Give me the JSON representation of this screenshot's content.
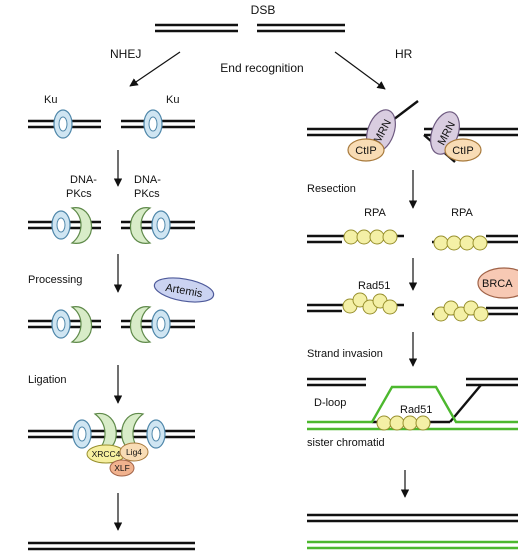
{
  "labels": {
    "dsb": "DSB",
    "nhej": "NHEJ",
    "end_recognition": "End recognition",
    "hr": "HR",
    "ku_left": "Ku",
    "ku_right": "Ku",
    "dnapkcs_left_1": "DNA-",
    "dnapkcs_left_2": "PKcs",
    "dnapkcs_right_1": "DNA-",
    "dnapkcs_right_2": "PKcs",
    "processing": "Processing",
    "artemis": "Artemis",
    "ligation": "Ligation",
    "xrcc4": "XRCC4",
    "lig4": "Lig4",
    "xlf": "XLF",
    "mrn_left": "MRN",
    "mrn_right": "MRN",
    "ctip_left": "CtIP",
    "ctip_right": "CtIP",
    "resection": "Resection",
    "rpa_left": "RPA",
    "rpa_right": "RPA",
    "rad51_top": "Rad51",
    "brca": "BRCA",
    "strand_invasion": "Strand invasion",
    "dloop": "D-loop",
    "rad51_bottom": "Rad51",
    "sister_chromatid": "sister chromatid"
  },
  "colors": {
    "ku": "#cfe5f2",
    "ku_stroke": "#4f87aa",
    "dnapkcs": "#d8ecc8",
    "dnapkcs_stroke": "#5f8a4a",
    "artemis": "#cbd3f1",
    "artemis_stroke": "#4e5a9a",
    "mrn": "#d9cde0",
    "mrn_stroke": "#6e5a80",
    "ctip": "#f8dcb5",
    "ctip_stroke": "#a87a3c",
    "rpa": "#f4f0a6",
    "rpa_stroke": "#98902e",
    "brca": "#f7c9b4",
    "brca_stroke": "#a06348",
    "xrcc4": "#f6efa0",
    "lig4": "#f8dcb5",
    "xlf": "#f1b28e",
    "sister_chromatid": "#4cb82e"
  }
}
